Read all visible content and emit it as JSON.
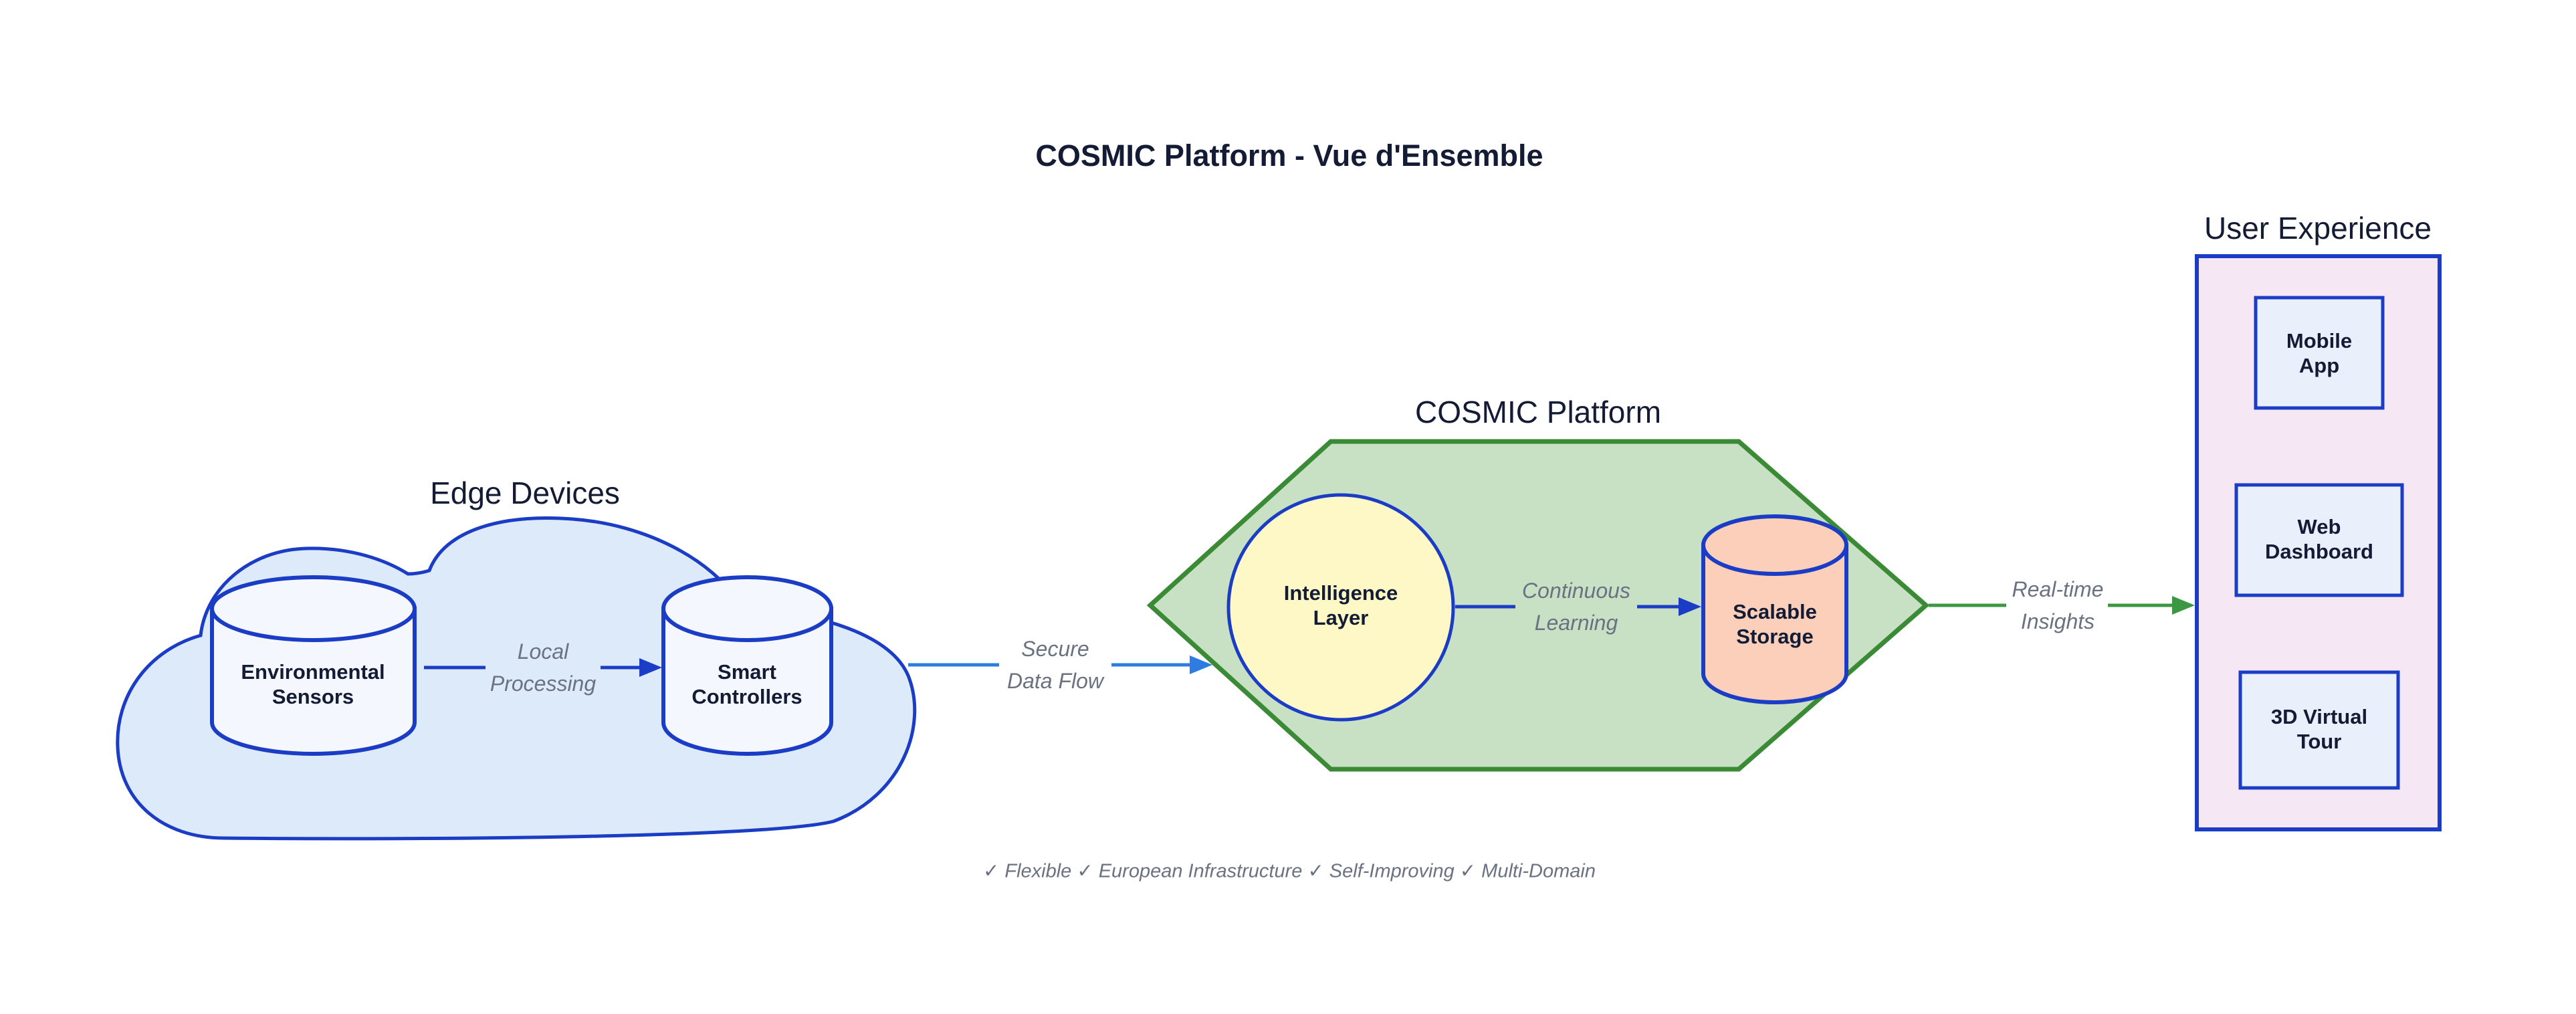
{
  "title": "COSMIC Platform - Vue d'Ensemble",
  "colors": {
    "navy": "#141b35",
    "gray": "#6a7180",
    "blue": "#1b3cc4",
    "bright_blue": "#2e7ce2",
    "green_border": "#3b8a36",
    "green_arrow": "#3c9743",
    "cloud_fill": "#ddeafa",
    "white_fill": "#f4f7fd",
    "hexagon_fill": "#c8e1c4",
    "yellow_fill": "#fdf8c5",
    "salmon_fill": "#fbcfba",
    "pink_fill": "#f5e7f3",
    "box_fill": "#e9effb"
  },
  "groups": {
    "edge_devices": {
      "label": "Edge Devices",
      "shape": "cloud"
    },
    "cosmic_platform": {
      "label": "COSMIC Platform",
      "shape": "hexagon"
    },
    "user_experience": {
      "label": "User Experience",
      "shape": "rectangle"
    }
  },
  "nodes": {
    "environmental_sensors": {
      "label": "Environmental\nSensors",
      "shape": "cylinder"
    },
    "smart_controllers": {
      "label": "Smart\nControllers",
      "shape": "cylinder"
    },
    "intelligence_layer": {
      "label": "Intelligence\nLayer",
      "shape": "circle"
    },
    "scalable_storage": {
      "label": "Scalable\nStorage",
      "shape": "cylinder"
    },
    "mobile_app": {
      "label": "Mobile\nApp",
      "shape": "rectangle"
    },
    "web_dashboard": {
      "label": "Web\nDashboard",
      "shape": "rectangle"
    },
    "virtual_tour": {
      "label": "3D Virtual\nTour",
      "shape": "rectangle"
    }
  },
  "edges": {
    "local_processing": {
      "label": "Local\nProcessing"
    },
    "secure_data_flow": {
      "label": "Secure\nData Flow"
    },
    "continuous_learning": {
      "label": "Continuous\nLearning"
    },
    "realtime_insights": {
      "label": "Real-time\nInsights"
    }
  },
  "footer": {
    "text": "✓ Flexible ✓ European Infrastructure ✓ Self-Improving ✓ Multi-Domain"
  }
}
